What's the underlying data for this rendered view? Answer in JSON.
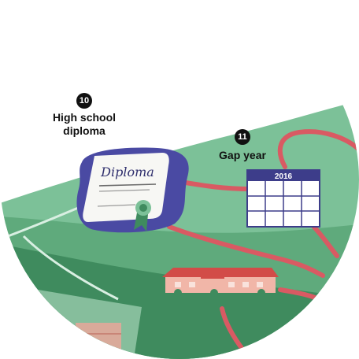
{
  "milestones": [
    {
      "number": "10",
      "line1": "High school",
      "line2": "diploma"
    },
    {
      "number": "11",
      "label": "Gap year"
    }
  ],
  "diploma": {
    "title": "Diploma"
  },
  "calendar": {
    "year": "2016"
  },
  "colors": {
    "sky": "#ffffff",
    "hill_light": "#7cc198",
    "hill_mid": "#5faa7c",
    "hill_dark": "#3f8b5e",
    "road": "#d95a63",
    "path": "#d9efe2",
    "diploma_blob": "#4a4aa3",
    "calendar_header": "#3d3d8a",
    "school_roof": "#d24c48",
    "school_wall": "#f1b6a8"
  }
}
